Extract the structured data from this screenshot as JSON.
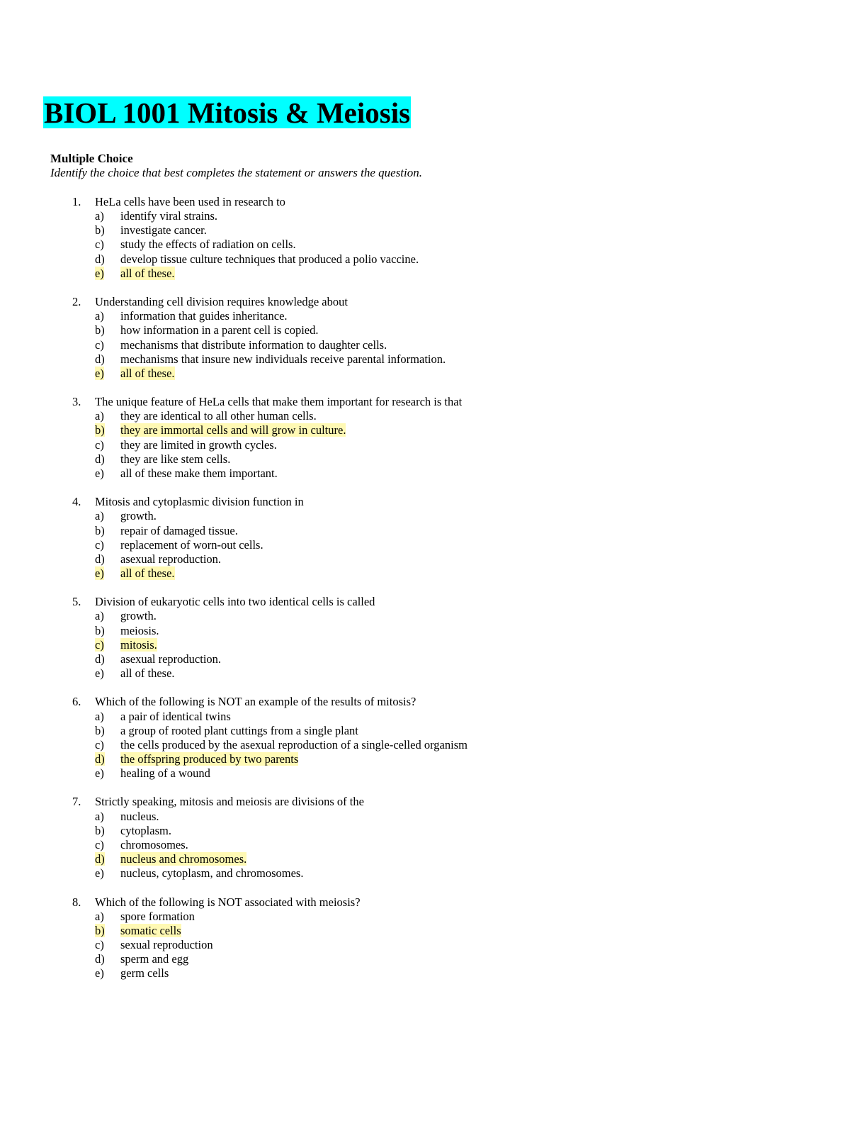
{
  "title": "BIOL 1001 Mitosis & Meiosis",
  "section": {
    "heading": "Multiple Choice",
    "instructions": "Identify the choice that best completes the statement or answers the question."
  },
  "highlight_color": "#fff9b4",
  "questions": [
    {
      "number": "1.",
      "stem": "HeLa cells have been used in research to",
      "answer": "e",
      "options": [
        {
          "letter": "a)",
          "text": "identify viral strains."
        },
        {
          "letter": "b)",
          "text": "investigate cancer."
        },
        {
          "letter": "c)",
          "text": "study the effects of radiation on cells."
        },
        {
          "letter": "d)",
          "text": "develop tissue culture techniques that produced a polio vaccine."
        },
        {
          "letter": "e)",
          "text": "all of these."
        }
      ]
    },
    {
      "number": "2.",
      "stem": "Understanding cell division requires knowledge about",
      "answer": "e",
      "options": [
        {
          "letter": "a)",
          "text": "information that guides inheritance."
        },
        {
          "letter": "b)",
          "text": "how information in a parent cell is copied."
        },
        {
          "letter": "c)",
          "text": "mechanisms that distribute information to daughter cells."
        },
        {
          "letter": "d)",
          "text": "mechanisms that insure new individuals receive parental information."
        },
        {
          "letter": "e)",
          "text": "all of these."
        }
      ]
    },
    {
      "number": "3.",
      "stem": "The unique feature of HeLa cells that make them important for research is that",
      "answer": "b",
      "options": [
        {
          "letter": "a)",
          "text": "they are identical to all other human cells."
        },
        {
          "letter": "b)",
          "text": "they are immortal cells and will grow in culture."
        },
        {
          "letter": "c)",
          "text": "they are limited in growth cycles."
        },
        {
          "letter": "d)",
          "text": "they are like stem cells."
        },
        {
          "letter": "e)",
          "text": "all of these make them important."
        }
      ]
    },
    {
      "number": "4.",
      "stem": "Mitosis and cytoplasmic division function in",
      "answer": "e",
      "options": [
        {
          "letter": "a)",
          "text": "growth."
        },
        {
          "letter": "b)",
          "text": "repair of damaged tissue."
        },
        {
          "letter": "c)",
          "text": "replacement of worn-out cells."
        },
        {
          "letter": "d)",
          "text": "asexual reproduction."
        },
        {
          "letter": "e)",
          "text": "all of these."
        }
      ]
    },
    {
      "number": "5.",
      "stem": "Division of eukaryotic cells into two identical cells is called",
      "answer": "c",
      "options": [
        {
          "letter": "a)",
          "text": "growth."
        },
        {
          "letter": "b)",
          "text": "meiosis."
        },
        {
          "letter": "c)",
          "text": "mitosis."
        },
        {
          "letter": "d)",
          "text": "asexual reproduction."
        },
        {
          "letter": "e)",
          "text": "all of these."
        }
      ]
    },
    {
      "number": "6.",
      "stem": "Which of the following is NOT an example of the results of mitosis?",
      "answer": "d",
      "options": [
        {
          "letter": "a)",
          "text": "a pair of identical twins"
        },
        {
          "letter": "b)",
          "text": "a group of rooted plant cuttings from a single plant"
        },
        {
          "letter": "c)",
          "text": "the cells produced by the asexual reproduction of a single-celled organism"
        },
        {
          "letter": "d)",
          "text": "the offspring produced by two parents"
        },
        {
          "letter": "e)",
          "text": "healing of a wound"
        }
      ]
    },
    {
      "number": "7.",
      "stem": "Strictly speaking, mitosis and meiosis are divisions of the",
      "answer": "d",
      "options": [
        {
          "letter": "a)",
          "text": "nucleus."
        },
        {
          "letter": "b)",
          "text": "cytoplasm."
        },
        {
          "letter": "c)",
          "text": "chromosomes."
        },
        {
          "letter": "d)",
          "text": "nucleus and chromosomes."
        },
        {
          "letter": "e)",
          "text": "nucleus, cytoplasm, and chromosomes."
        }
      ]
    },
    {
      "number": "8.",
      "stem": "Which of the following is NOT associated with meiosis?",
      "answer": "b",
      "options": [
        {
          "letter": "a)",
          "text": "spore formation"
        },
        {
          "letter": "b)",
          "text": "somatic cells"
        },
        {
          "letter": "c)",
          "text": "sexual reproduction"
        },
        {
          "letter": "d)",
          "text": "sperm and egg"
        },
        {
          "letter": "e)",
          "text": "germ cells"
        }
      ]
    }
  ]
}
